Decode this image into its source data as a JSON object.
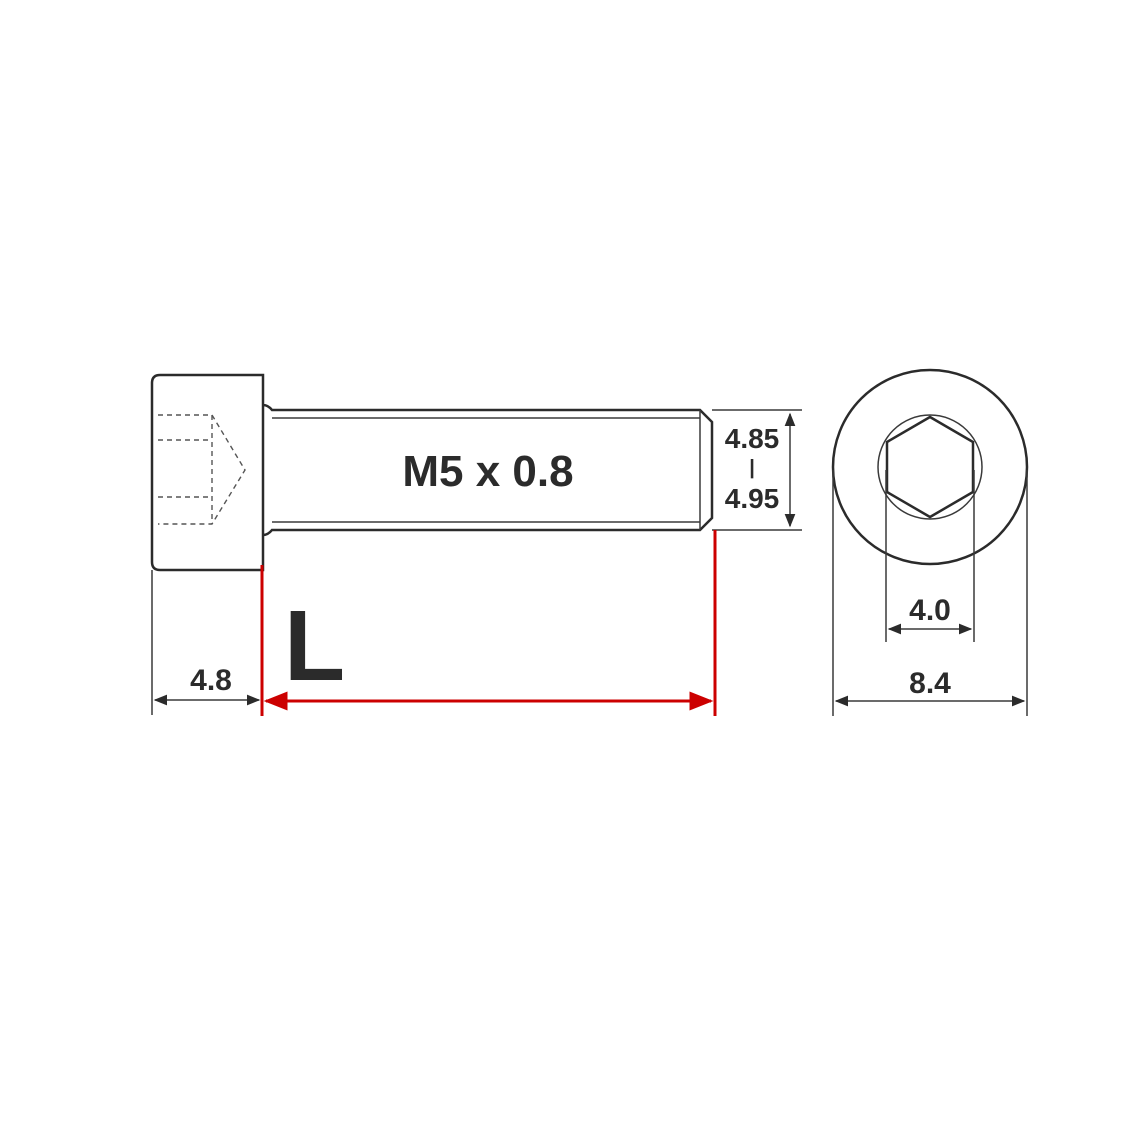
{
  "drawing": {
    "thread_label": "M5 x 0.8",
    "head_length": "4.8",
    "length_symbol": "L",
    "major_dia_min": "4.85",
    "major_dia_max": "4.95",
    "dia_separator": "|",
    "hex_size": "4.0",
    "head_diameter": "8.4",
    "colors": {
      "line": "#2b2b2b",
      "accent": "#cc0000"
    }
  }
}
